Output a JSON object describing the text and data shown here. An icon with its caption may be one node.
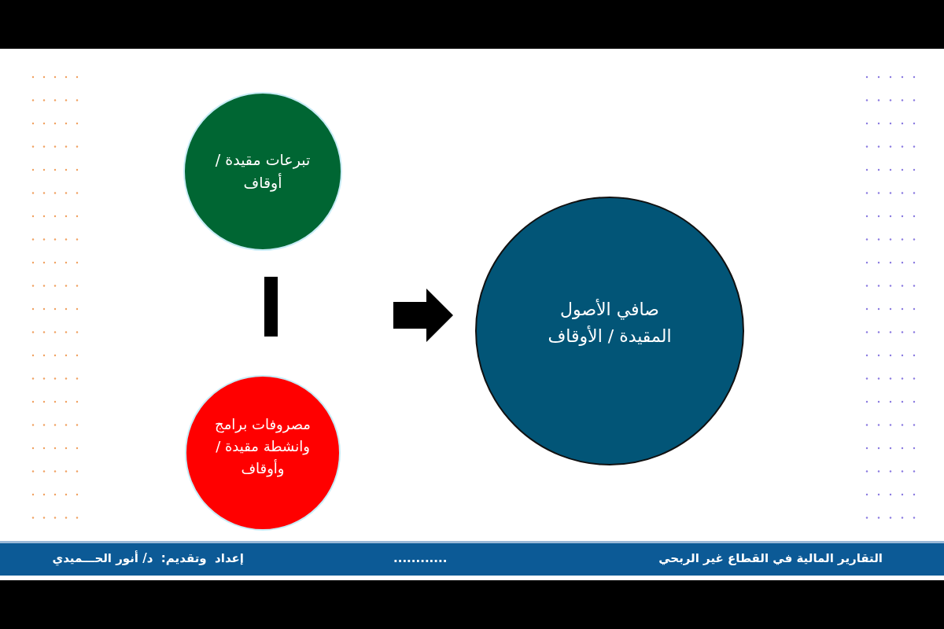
{
  "diagram": {
    "nodes": [
      {
        "text": [
          "تبرعات مقيدة / أوقاف"
        ]
      },
      {
        "text": [
          "مصروفات برامج وانشطة مقيدة / وأوقاف"
        ]
      },
      {
        "text": [
          "صافي الأصول المقيدة / الأوقاف"
        ]
      },
      {
        "text": [],
        "shape": "bar"
      }
    ],
    "edges": [
      {
        "from": null,
        "to": 2,
        "arrow": "to",
        "style": "thick"
      }
    ],
    "labels": [
      "التقارير المالية في القطاع غير الربحي",
      "............",
      "إعداد  وتقديم:  د/ أنور الحـــميدي"
    ]
  }
}
